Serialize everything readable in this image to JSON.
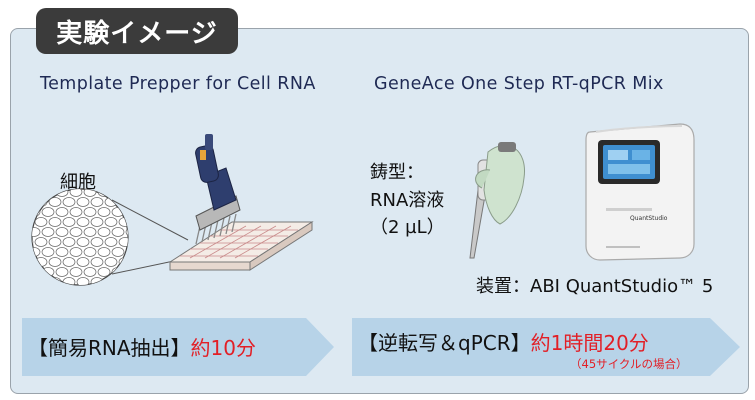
{
  "header": {
    "tag": "実験イメージ"
  },
  "left": {
    "title": "Template Prepper for Cell RNA",
    "cells_label": "細胞",
    "step_bracketed": "【簡易RNA抽出】",
    "step_time": "約10分"
  },
  "right": {
    "title": "GeneAce One Step RT-qPCR Mix",
    "template_label_1": "鋳型：",
    "template_label_2": "RNA溶液",
    "template_label_3": "（2 µL）",
    "instrument_label": "装置：ABI QuantStudio™ 5",
    "instrument_brand": "QuantStudio",
    "step_bracketed": "【逆転写＆qPCR】",
    "step_time": "約1時間20分",
    "step_note": "（45サイクルの場合）"
  },
  "colors": {
    "panel": "#dde9f2",
    "arrow": "#b7d3e8",
    "accent_red": "#e21f26",
    "title": "#1f2a54"
  }
}
